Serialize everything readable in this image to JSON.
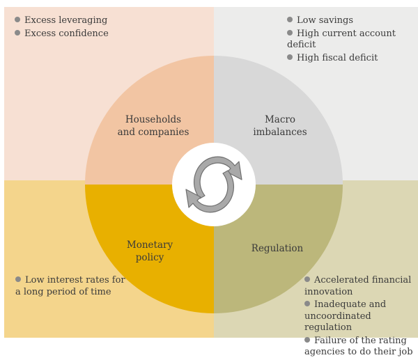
{
  "quadrants": {
    "households": {
      "label_line1": "Households",
      "label_line2": "and companies",
      "bullets": [
        "Excess leveraging",
        "Excess confidence"
      ]
    },
    "macro": {
      "label_line1": "Macro",
      "label_line2": "imbalances",
      "bullets": [
        "Low savings",
        "High current account deficit",
        "High fiscal deficit"
      ]
    },
    "monetary": {
      "label_line1": "Monetary",
      "label_line2": "policy",
      "bullets": [
        "Low interest rates for a long period of time"
      ]
    },
    "regulation": {
      "label_line1": "Regulation",
      "bullets": [
        "Accelerated financial innovation",
        "Inadequate and uncoordinated regulation",
        "Failure of the rating agencies to do their job"
      ]
    }
  },
  "colors": {
    "bg_households": "#f7e0d3",
    "bg_macro": "#ececeb",
    "bg_monetary": "#f4d58c",
    "bg_regulation": "#dcd7b4",
    "seg_households": "#f2c5a3",
    "seg_macro": "#d8d8d8",
    "seg_monetary": "#e8b000",
    "seg_regulation": "#bcb77b",
    "bullet": "#8a8a8a"
  },
  "center_icon": "cycle-arrows-icon"
}
